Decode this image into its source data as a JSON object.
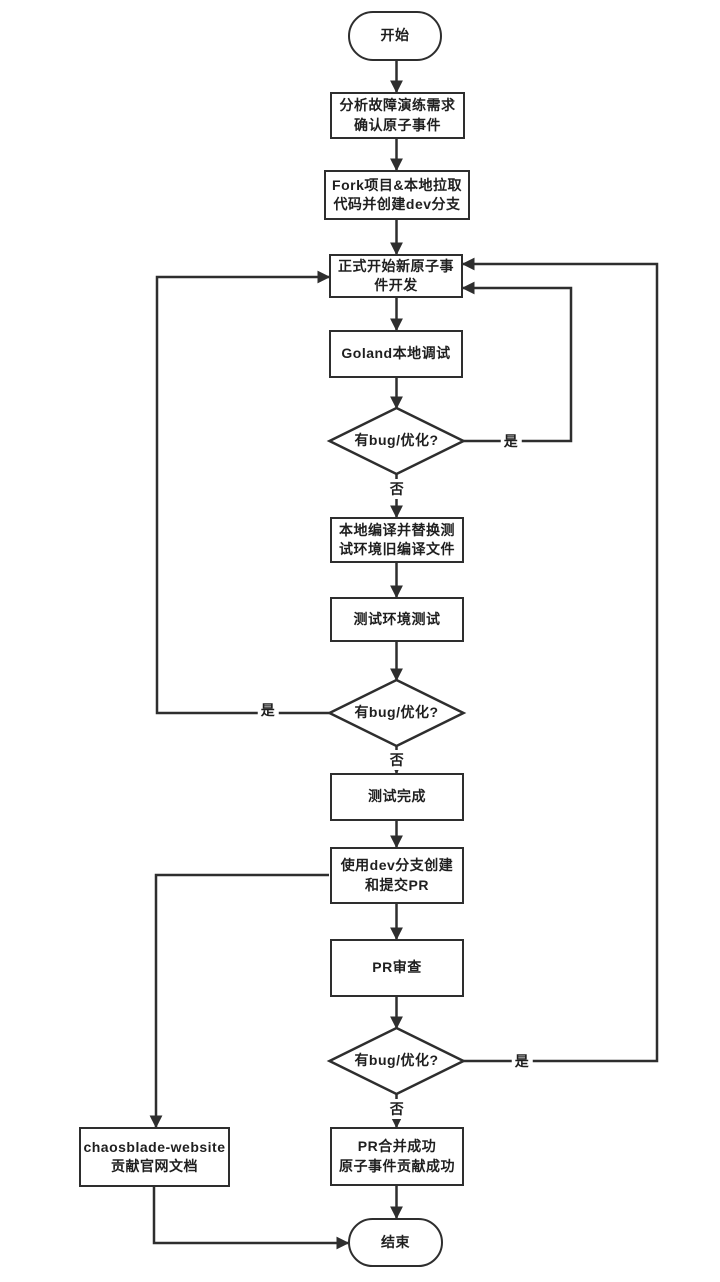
{
  "diagram": {
    "type": "flowchart",
    "background": "#ffffff",
    "line_color": "#2e2e2e",
    "node_fill": "#ffffff",
    "text_color": "#1f1f1f",
    "nodes": {
      "start": {
        "shape": "terminal",
        "lines": [
          "开始"
        ]
      },
      "analyze": {
        "shape": "process",
        "lines": [
          "分析故障演练需求",
          "确认原子事件"
        ]
      },
      "fork": {
        "shape": "process",
        "lines": [
          "Fork项目&本地拉取",
          "代码并创建dev分支"
        ]
      },
      "develop": {
        "shape": "process",
        "lines": [
          "正式开始新原子事",
          "件开发"
        ]
      },
      "goland": {
        "shape": "process",
        "lines": [
          "Goland本地调试"
        ]
      },
      "decision_debug": {
        "shape": "decision",
        "lines": [
          "有bug/优化?"
        ]
      },
      "compile": {
        "shape": "process",
        "lines": [
          "本地编译并替换测",
          "试环境旧编译文件"
        ]
      },
      "test_env": {
        "shape": "process",
        "lines": [
          "测试环境测试"
        ]
      },
      "decision_test": {
        "shape": "decision",
        "lines": [
          "有bug/优化?"
        ]
      },
      "test_done": {
        "shape": "process",
        "lines": [
          "测试完成"
        ]
      },
      "create_pr": {
        "shape": "process",
        "lines": [
          "使用dev分支创建",
          "和提交PR"
        ]
      },
      "pr_review": {
        "shape": "process",
        "lines": [
          "PR审查"
        ]
      },
      "decision_review": {
        "shape": "decision",
        "lines": [
          "有bug/优化?"
        ]
      },
      "pr_merged": {
        "shape": "process",
        "lines": [
          "PR合并成功",
          "原子事件贡献成功"
        ]
      },
      "website": {
        "shape": "process",
        "lines": [
          "chaosblade-website",
          "贡献官网文档"
        ]
      },
      "end": {
        "shape": "terminal",
        "lines": [
          "结束"
        ]
      }
    },
    "branch_labels": {
      "yes": "是",
      "no": "否"
    }
  }
}
